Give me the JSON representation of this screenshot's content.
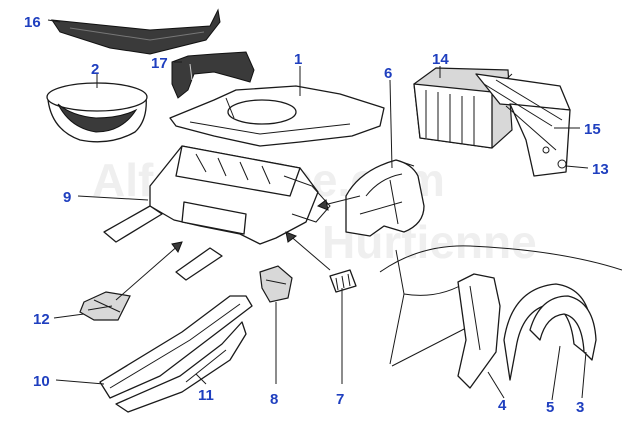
{
  "watermark": {
    "line1": "Alfaservice.com",
    "line2": "Hurtienne"
  },
  "callouts": [
    {
      "id": "16",
      "label": "16"
    },
    {
      "id": "2",
      "label": "2"
    },
    {
      "id": "17",
      "label": "17"
    },
    {
      "id": "1",
      "label": "1"
    },
    {
      "id": "6",
      "label": "6"
    },
    {
      "id": "14",
      "label": "14"
    },
    {
      "id": "15",
      "label": "15"
    },
    {
      "id": "13",
      "label": "13"
    },
    {
      "id": "9",
      "label": "9"
    },
    {
      "id": "12",
      "label": "12"
    },
    {
      "id": "10",
      "label": "10"
    },
    {
      "id": "11",
      "label": "11"
    },
    {
      "id": "8",
      "label": "8"
    },
    {
      "id": "7",
      "label": "7"
    },
    {
      "id": "4",
      "label": "4"
    },
    {
      "id": "5",
      "label": "5"
    },
    {
      "id": "3",
      "label": "3"
    }
  ],
  "colors": {
    "callout": "#1f3fbf",
    "line": "#1a1a1a",
    "watermark": "#efefef"
  }
}
